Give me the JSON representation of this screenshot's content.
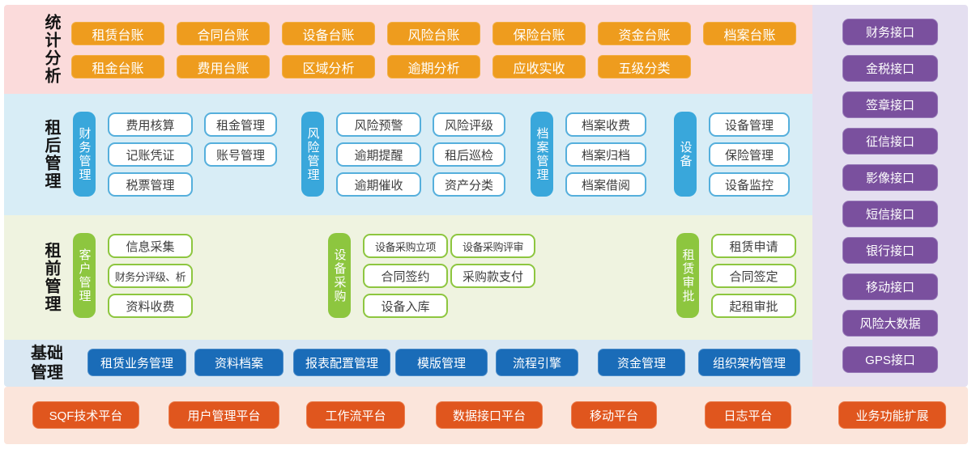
{
  "stats": {
    "label": "统计分析",
    "row1": [
      "租赁台账",
      "合同台账",
      "设备台账",
      "风险台账",
      "保险台账",
      "资金台账",
      "档案台账"
    ],
    "row2": [
      "租金台账",
      "费用台账",
      "区域分析",
      "逾期分析",
      "应收实收",
      "五级分类"
    ]
  },
  "post": {
    "label": "租后管理",
    "g1": {
      "tab": "财务管理",
      "items": [
        "费用核算",
        "租金管理",
        "记账凭证",
        "账号管理",
        "税票管理"
      ]
    },
    "g2": {
      "tab": "风险管理",
      "items": [
        "风险预警",
        "风险评级",
        "逾期提醒",
        "租后巡检",
        "逾期催收",
        "资产分类"
      ]
    },
    "g3": {
      "tab": "档案管理",
      "items": [
        "档案收费",
        "档案归档",
        "档案借阅"
      ]
    },
    "g4": {
      "tab": "设备",
      "items": [
        "设备管理",
        "保险管理",
        "设备监控"
      ]
    }
  },
  "pre": {
    "label": "租前管理",
    "g1": {
      "tab": "客户管理",
      "items": [
        "信息采集",
        "财务分评级、析",
        "资料收费"
      ]
    },
    "g2": {
      "tab": "设备采购",
      "items": [
        "设备采购立项",
        "设备采购评审",
        "合同签约",
        "采购款支付",
        "设备入库"
      ]
    },
    "g3": {
      "tab": "租赁审批",
      "items": [
        "租赁申请",
        "合同签定",
        "起租审批"
      ]
    }
  },
  "base": {
    "label": "基础管理",
    "items": [
      "租赁业务管理",
      "资料档案",
      "报表配置管理",
      "模版管理",
      "流程引擎",
      "资金管理",
      "组织架构管理"
    ]
  },
  "interfaces": [
    "财务接口",
    "金税接口",
    "签章接口",
    "征信接口",
    "影像接口",
    "短信接口",
    "银行接口",
    "移动接口",
    "风险大数据",
    "GPS接口"
  ],
  "platforms": [
    "SQF技术平台",
    "用户管理平台",
    "工作流平台",
    "数据接口平台",
    "移动平台",
    "日志平台",
    "业务功能扩展"
  ],
  "colors": {
    "orange": "#EE9C1E",
    "blue_tab": "#39A7DB",
    "green": "#8DC63F",
    "navy": "#1A6CB8",
    "purple": "#7A509E",
    "red_orange": "#E0561E",
    "band1_bg": "#FBDBDB",
    "band2_bg": "#D8EDF6",
    "band3_bg": "#EFF3E0",
    "band4_bg": "#DAE8F3",
    "bottom_bg": "#FBE5DB",
    "right_bg": "#E4DFF0"
  }
}
